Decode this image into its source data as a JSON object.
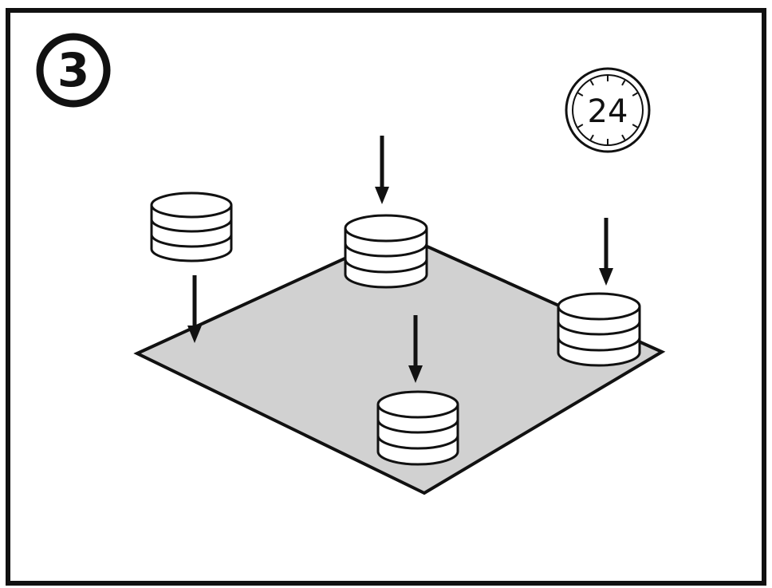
{
  "step": {
    "number": "3",
    "icon": "circled-number-icon"
  },
  "clock": {
    "label": "24",
    "icon": "clock-24-icon"
  },
  "surface": {
    "fill": "#d1d1d1",
    "stroke": "#111111"
  },
  "stacks": [
    {
      "name": "stack-left-raised",
      "icon": "layer-stack-icon",
      "layers": 3,
      "arrow": "below"
    },
    {
      "name": "stack-back-center",
      "icon": "layer-stack-icon",
      "layers": 3,
      "arrow": "above"
    },
    {
      "name": "stack-right",
      "icon": "layer-stack-icon",
      "layers": 3,
      "arrow": "above"
    },
    {
      "name": "stack-front-center",
      "icon": "layer-stack-icon",
      "layers": 3,
      "arrow": "above"
    }
  ],
  "colors": {
    "ink": "#111111",
    "paper": "#ffffff",
    "frame": "#111111"
  }
}
